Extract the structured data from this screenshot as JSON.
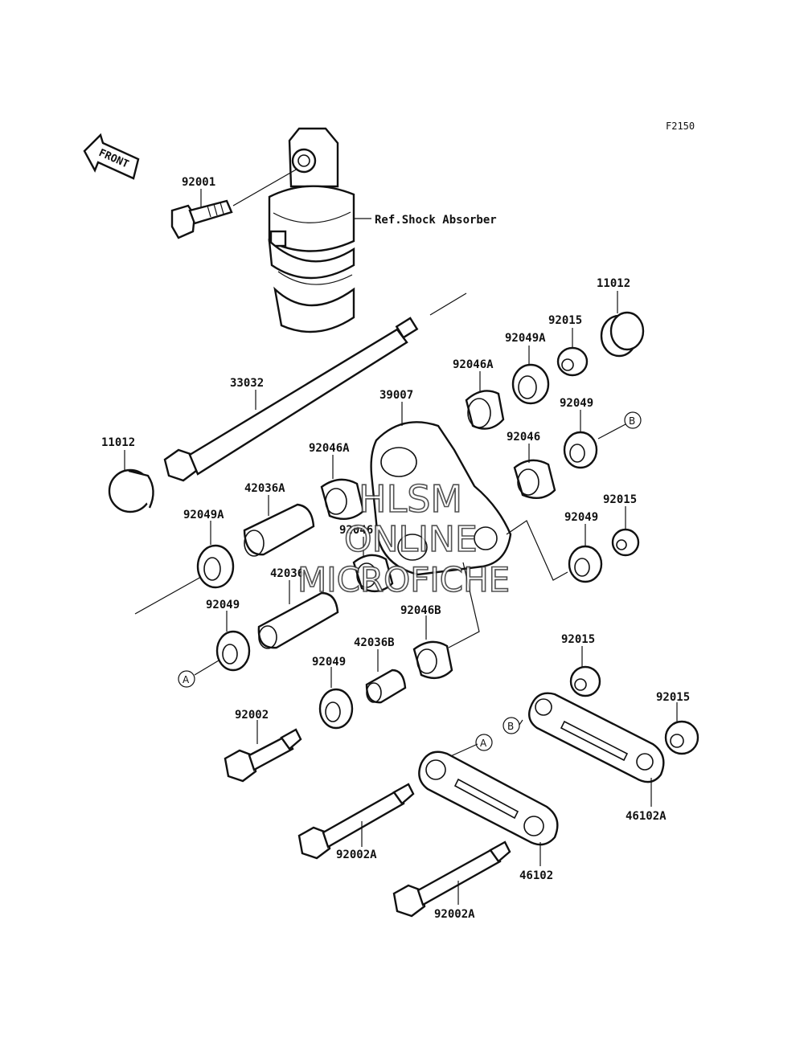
{
  "figure_code": "F2150",
  "front_label": "FRONT",
  "reference_label": "Ref.Shock Absorber",
  "watermark": {
    "line1": "HLSM",
    "line2": "ONLINE",
    "line3": "MICROFICHE"
  },
  "markers": {
    "a": "A",
    "b": "B"
  },
  "parts": {
    "p92001": "92001",
    "p33032": "33032",
    "p11012_left": "11012",
    "p11012_right": "11012",
    "p92015_top": "92015",
    "p92049A_top": "92049A",
    "p92046A_top": "92046A",
    "p39007": "39007",
    "p92049_right_upper": "92049",
    "p92046_right": "92046",
    "p92015_right": "92015",
    "p92049_right_lower": "92049",
    "p92046A_mid": "92046A",
    "p42036A": "42036A",
    "p92049A_left": "92049A",
    "p92046_mid": "92046",
    "p42036": "42036",
    "p92049_left": "92049",
    "p92046B": "92046B",
    "p42036B": "42036B",
    "p92049_low": "92049",
    "p92002": "92002",
    "p92015_lower": "92015",
    "p92015_far": "92015",
    "p46102A": "46102A",
    "p92002A_left": "92002A",
    "p46102": "46102",
    "p92002A_bottom": "92002A"
  },
  "icons": {
    "front_arrow": "front-arrow-icon",
    "marker": "circle-marker-icon"
  }
}
